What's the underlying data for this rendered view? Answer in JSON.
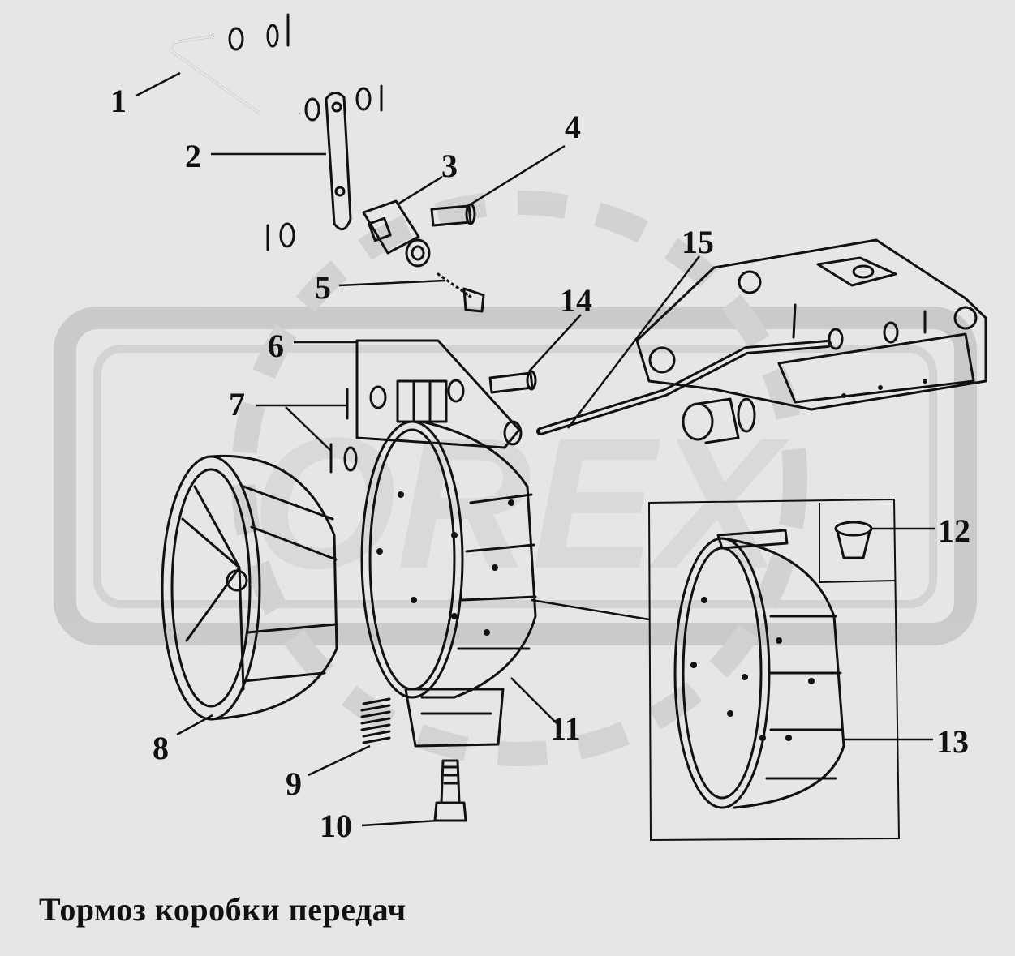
{
  "caption": "Тормоз коробки передач",
  "watermark": "OREX",
  "colors": {
    "background": "#e6e6e6",
    "ink": "#111111",
    "watermark": "#b4b4b4"
  },
  "callouts": [
    {
      "id": "1",
      "text": "1"
    },
    {
      "id": "2",
      "text": "2"
    },
    {
      "id": "3",
      "text": "3"
    },
    {
      "id": "4",
      "text": "4"
    },
    {
      "id": "5",
      "text": "5"
    },
    {
      "id": "6",
      "text": "6"
    },
    {
      "id": "7",
      "text": "7"
    },
    {
      "id": "8",
      "text": "8"
    },
    {
      "id": "9",
      "text": "9"
    },
    {
      "id": "10",
      "text": "10"
    },
    {
      "id": "11",
      "text": "11"
    },
    {
      "id": "12",
      "text": "12"
    },
    {
      "id": "13",
      "text": "13"
    },
    {
      "id": "14",
      "text": "14"
    },
    {
      "id": "15",
      "text": "15"
    }
  ]
}
